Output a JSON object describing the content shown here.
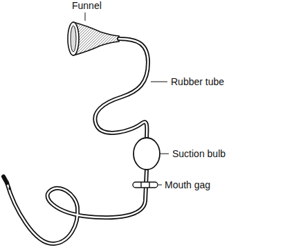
{
  "diagram": {
    "labels": [
      "Funnel",
      "Rubber tube",
      "Suction bulb",
      "Mouth gag"
    ]
  }
}
